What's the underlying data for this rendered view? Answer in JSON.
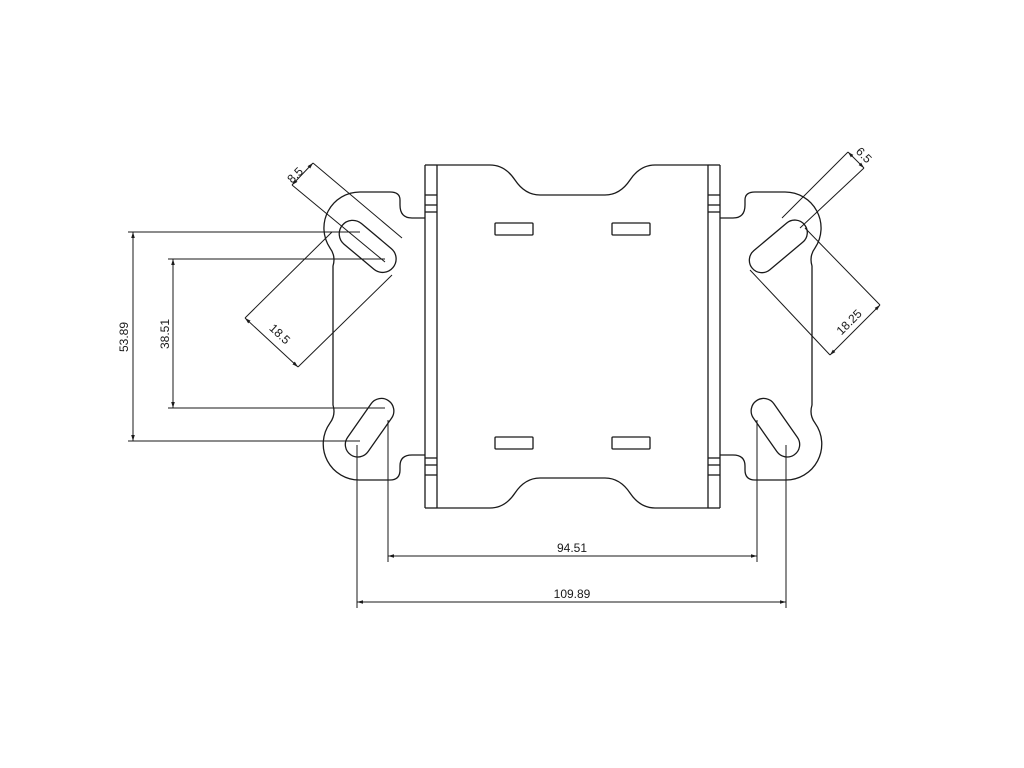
{
  "dimensions": {
    "slot_width_left": "8.5",
    "slot_width_right": "6.5",
    "outer_vertical": "53.89",
    "inner_vertical": "38.51",
    "slot_length_left": "18.5",
    "slot_length_right": "18.25",
    "inner_horizontal": "94.51",
    "outer_horizontal": "109.89"
  },
  "colors": {
    "line": "#1a1a1a",
    "background": "#ffffff"
  }
}
